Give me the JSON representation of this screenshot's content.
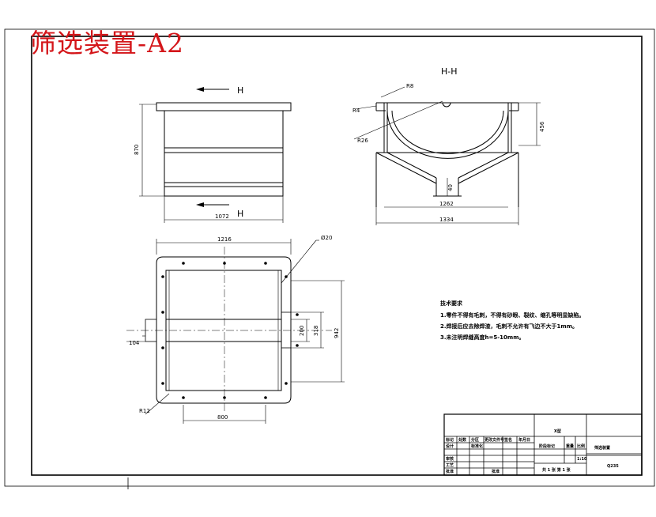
{
  "stamp_title": "筛选装置-A2",
  "views": {
    "front_label_top": "H",
    "front_label_bottom": "H",
    "section_title": "H-H"
  },
  "dimensions": {
    "front_height": "870",
    "front_width": "1072",
    "sec_radius_small": "R8",
    "sec_thickness": "R4",
    "sec_radius_large": "R26",
    "sec_depth": "456",
    "sec_outlet": "40",
    "sec_inner_width": "1262",
    "sec_outer_width": "1334",
    "plan_width": "1216",
    "plan_hole": "Ø20",
    "plan_h1": "200",
    "plan_h2": "318",
    "plan_h3": "942",
    "plan_side": "104",
    "plan_corner": "R12",
    "plan_bottom": "800"
  },
  "tech_notes": {
    "header": "技术要求",
    "items": [
      "1.零件不得有毛刺，不得有砂眼、裂纹、缩孔等明显缺陷。",
      "2.焊接后应去除焊渣，毛刺不允许有飞边不大于1mm。",
      "3.未注明焊缝高度h=5-10mm。"
    ]
  },
  "title_block": {
    "drawing_name": "筛选装置",
    "code": "X型",
    "material": "Q235",
    "row_labels": [
      "设计",
      "审核",
      "工艺",
      "批准"
    ],
    "header_cells": [
      "标记",
      "处数",
      "分区",
      "更改文件号",
      "签名",
      "年月日"
    ],
    "standardize": "标准化",
    "approval": "批准",
    "stage_label": "阶段标记",
    "weight_label": "重量",
    "scale_label": "比例",
    "scale_value": "1:10",
    "sheets": "共 1 张 第 1 张"
  }
}
